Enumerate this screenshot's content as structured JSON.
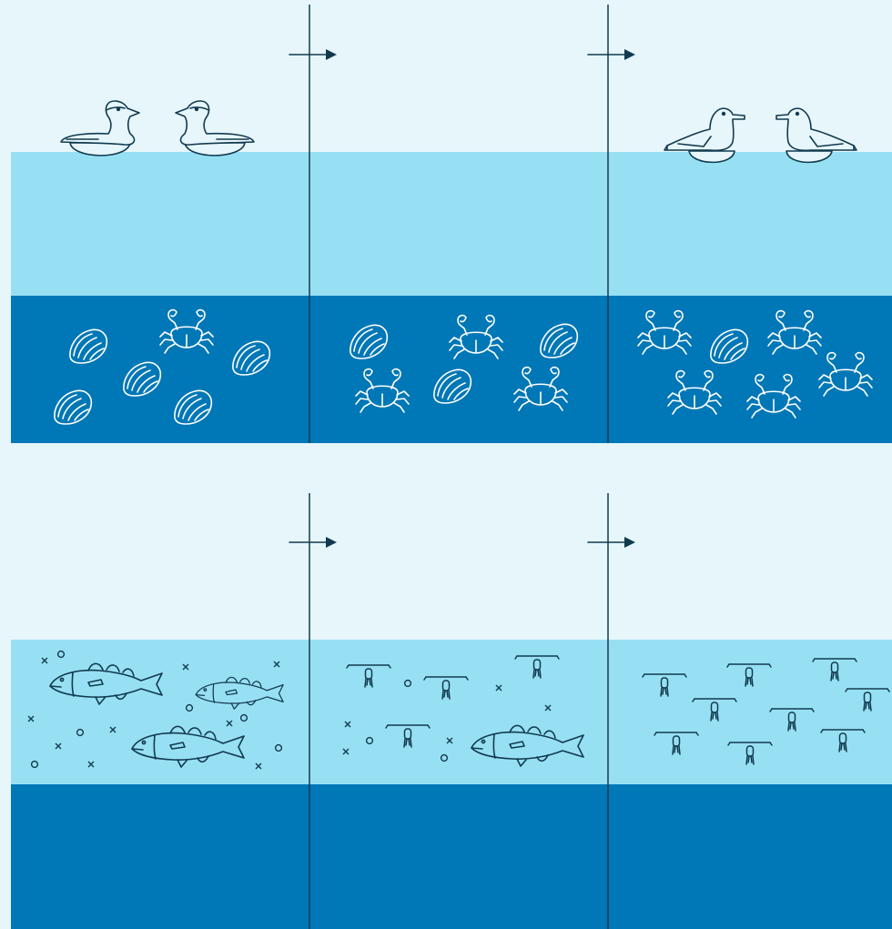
{
  "colors": {
    "background": "#e6f6fb",
    "surface_water": "#97e0f4",
    "deep_water": "#0077b6",
    "line": "#123a4f",
    "icon_on_dark": "#ffffff",
    "icon_fill_light": "#e6f6fb"
  },
  "panels": [
    {
      "name": "top-sequence",
      "stages": [
        {
          "name": "stage-1",
          "birds": [
            "eider-duck",
            "eider-duck"
          ],
          "water": [],
          "seabed": [
            "oyster",
            "crab",
            "oyster",
            "oyster",
            "oyster",
            "oyster"
          ]
        },
        {
          "name": "stage-2",
          "birds": [],
          "water": [],
          "seabed": [
            "oyster",
            "crab",
            "oyster",
            "crab",
            "oyster",
            "crab"
          ]
        },
        {
          "name": "stage-3",
          "birds": [
            "gull",
            "gull"
          ],
          "water": [],
          "seabed": [
            "crab",
            "oyster",
            "crab",
            "crab",
            "crab",
            "crab"
          ]
        }
      ]
    },
    {
      "name": "bottom-sequence",
      "stages": [
        {
          "name": "stage-1",
          "birds": [],
          "water": [
            "cod-fish",
            "cod-fish",
            "cod-fish",
            "fish-eggs"
          ],
          "seabed": []
        },
        {
          "name": "stage-2",
          "birds": [],
          "water": [
            "cod-fish",
            "copepod",
            "copepod",
            "copepod",
            "copepod",
            "fish-eggs"
          ],
          "seabed": []
        },
        {
          "name": "stage-3",
          "birds": [],
          "water": [
            "copepod",
            "copepod",
            "copepod",
            "copepod",
            "copepod",
            "copepod",
            "copepod",
            "copepod"
          ],
          "seabed": []
        }
      ]
    }
  ],
  "icons": [
    "arrow-right-icon",
    "eider-duck-icon",
    "gull-icon",
    "oyster-icon",
    "crab-icon",
    "cod-fish-icon",
    "copepod-icon",
    "fish-egg-icon"
  ]
}
